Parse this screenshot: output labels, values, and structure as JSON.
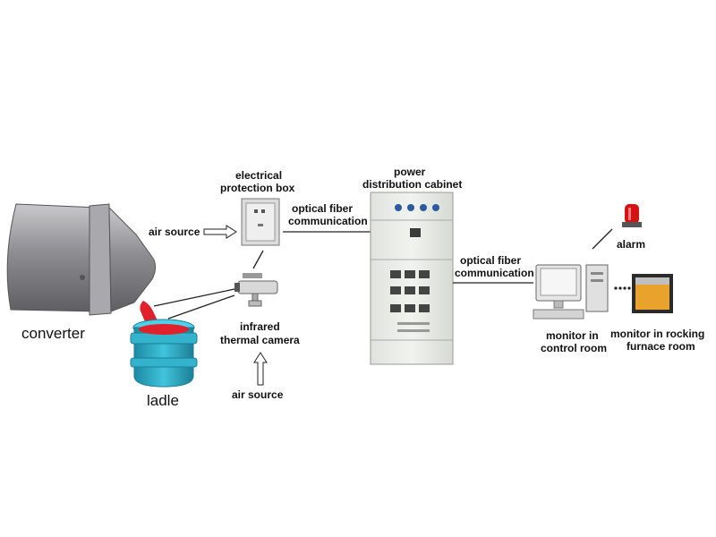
{
  "labels": {
    "converter": "converter",
    "ladle": "ladle",
    "air_source_left": "air source",
    "electrical_box_line1": "electrical",
    "electrical_box_line2": "protection box",
    "camera_line1": "infrared",
    "camera_line2": "thermal camera",
    "air_source_bottom": "air source",
    "fiber1_line1": "optical fiber",
    "fiber1_line2": "communication",
    "cabinet_line1": "power",
    "cabinet_line2": "distribution cabinet",
    "fiber2_line1": "optical fiber",
    "fiber2_line2": "communication",
    "alarm": "alarm",
    "control_monitor_line1": "monitor in",
    "control_monitor_line2": "control room",
    "rocking_monitor_line1": "monitor in rocking",
    "rocking_monitor_line2": "furnace room"
  },
  "colors": {
    "converter_body": "#8e8e92",
    "ladle": "#2aa6c0",
    "molten_steel": "#e0202a",
    "cabinet": "#e8ebe6",
    "alarm": "#d41414",
    "line": "#222222"
  }
}
